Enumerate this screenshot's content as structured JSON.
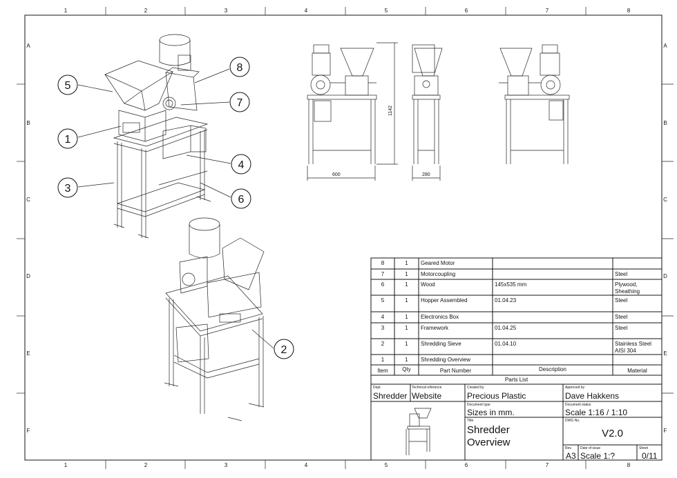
{
  "frame": {
    "columns": [
      "1",
      "2",
      "3",
      "4",
      "5",
      "6",
      "7",
      "8"
    ],
    "rows": [
      "A",
      "B",
      "C",
      "D",
      "E",
      "F"
    ]
  },
  "balloons": [
    "5",
    "1",
    "3",
    "8",
    "7",
    "4",
    "6",
    "2"
  ],
  "dimensions": {
    "width_front": "600",
    "height": "1142",
    "depth_side": "280"
  },
  "parts_list": {
    "title": "Parts List",
    "headers": {
      "item": "Item",
      "qty": "Qty",
      "part_number": "Part Number",
      "description": "Description",
      "material": "Material"
    },
    "rows": [
      {
        "item": "8",
        "qty": "1",
        "part_number": "Geared Motor",
        "description": "",
        "material": ""
      },
      {
        "item": "7",
        "qty": "1",
        "part_number": "Motorcoupling",
        "description": "",
        "material": "Steel"
      },
      {
        "item": "6",
        "qty": "1",
        "part_number": "Wood",
        "description": "145x535 mm",
        "material": "Plywood, Sheathing"
      },
      {
        "item": "5",
        "qty": "1",
        "part_number": "Hopper Assembled",
        "description": "01.04.23",
        "material": "Steel"
      },
      {
        "item": "4",
        "qty": "1",
        "part_number": "Electronics Box",
        "description": "",
        "material": "Steel"
      },
      {
        "item": "3",
        "qty": "1",
        "part_number": "Framework",
        "description": "01.04.25",
        "material": "Steel"
      },
      {
        "item": "2",
        "qty": "1",
        "part_number": "Shredding Sieve",
        "description": "01.04.10",
        "material": "Stainless Steel AISI 304"
      },
      {
        "item": "1",
        "qty": "1",
        "part_number": "Shredding Overview",
        "description": "",
        "material": ""
      }
    ]
  },
  "title_block": {
    "dept_label": "Dept.",
    "dept": "Shredder",
    "techref_label": "Technical reference",
    "techref": "Website",
    "created_label": "Created by",
    "created": "Precious Plastic",
    "approved_label": "Approved by",
    "approved": "Dave Hakkens",
    "doctype_label": "Document type",
    "doctype": "Sizes in mm.",
    "docstatus_label": "Document status",
    "docstatus": "Scale 1:16 / 1:10",
    "title_label": "Title",
    "title_line1": "Shredder",
    "title_line2": "Overview",
    "dwg_label": "DWG No.",
    "dwg": "V2.0",
    "rev_label": "Rev.",
    "rev": "A3",
    "date_label": "Date of issue",
    "date": "Scale 1:?",
    "sheet_label": "Sheet",
    "sheet": "0/11"
  }
}
